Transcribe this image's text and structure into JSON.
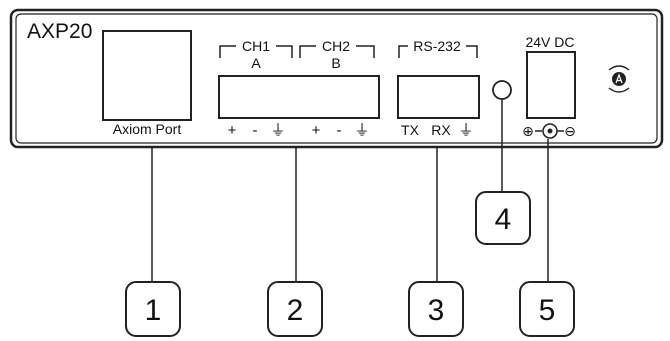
{
  "device": {
    "model": "AXP20",
    "axiom_port": "Axiom Port",
    "ch1": {
      "top": "CH1",
      "bottom": "A"
    },
    "ch2": {
      "top": "CH2",
      "bottom": "B"
    },
    "terminal_pins": [
      "+",
      "-",
      "⏚",
      "+",
      "-",
      "⏚"
    ],
    "rs232": {
      "label": "RS-232",
      "pins": [
        "TX",
        "RX",
        "⏚"
      ]
    },
    "power": {
      "label": "24V DC",
      "polarity_left": "⊕",
      "polarity_right": "⊖"
    },
    "logo_icon": "axiom-logo-icon"
  },
  "callouts": [
    "1",
    "2",
    "3",
    "4",
    "5"
  ]
}
